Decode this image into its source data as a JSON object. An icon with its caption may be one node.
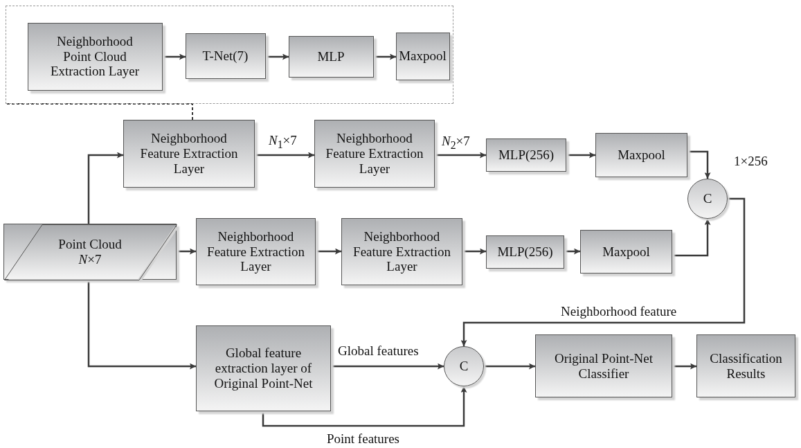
{
  "diagram": {
    "nodes": [
      {
        "text": [],
        "shape": "box"
      },
      {
        "text": [
          "Neighborhood Point Cloud Extraction Layer"
        ],
        "in": 0
      },
      {
        "text": [
          "T-Net(7)"
        ],
        "in": 0
      },
      {
        "text": [
          "MLP"
        ],
        "in": 0
      },
      {
        "text": [
          "Maxpool"
        ],
        "in": 0
      },
      {
        "text": [
          "Neighborhood Feature Extraction Layer"
        ]
      },
      {
        "text": [
          "Neighborhood Feature Extraction Layer"
        ]
      },
      {
        "text": [
          "MLP(256)"
        ]
      },
      {
        "text": [
          "Maxpool"
        ]
      },
      {
        "text": [
          "C"
        ]
      },
      {
        "text": [
          "Point Cloud",
          "*N*×7"
        ]
      },
      {
        "text": [
          "Neighborhood Feature Extraction Layer"
        ]
      },
      {
        "text": [
          "Neighborhood Feature Extraction Layer"
        ]
      },
      {
        "text": [
          "MLP(256)"
        ]
      },
      {
        "text": [
          "Maxpool"
        ]
      },
      {
        "text": [
          "Global feature extraction layer of Original Point-Net"
        ]
      },
      {
        "text": [
          "C"
        ]
      },
      {
        "text": [
          "Original Point-Net Classifier"
        ]
      },
      {
        "text": [
          "Classification Results"
        ]
      }
    ],
    "edges": [
      {
        "from": 1,
        "to": 2,
        "arrow": "to"
      },
      {
        "from": 2,
        "to": 3,
        "arrow": "to"
      },
      {
        "from": 3,
        "to": 4,
        "arrow": "to"
      },
      {
        "from": 5,
        "to": 0,
        "arrow": "none",
        "style": "dashed"
      },
      {
        "from": 10,
        "to": 5,
        "arrow": "to"
      },
      {
        "from": 5,
        "to": 6,
        "arrow": "to",
        "label": "*N*$_{1}$×7"
      },
      {
        "from": 6,
        "to": 7,
        "arrow": "to",
        "label": "*N*$_{2}$×7"
      },
      {
        "from": 7,
        "to": 8,
        "arrow": "to"
      },
      {
        "from": 8,
        "to": 9,
        "arrow": "to"
      },
      {
        "from": 10,
        "to": 11,
        "arrow": "to"
      },
      {
        "from": 11,
        "to": 12,
        "arrow": "to"
      },
      {
        "from": 12,
        "to": 13,
        "arrow": "to"
      },
      {
        "from": 13,
        "to": 14,
        "arrow": "to"
      },
      {
        "from": 14,
        "to": 9,
        "arrow": "to"
      },
      {
        "from": 9,
        "to": 16,
        "arrow": "to",
        "label": "Neighborhood feature"
      },
      {
        "from": 10,
        "to": 15,
        "arrow": "to"
      },
      {
        "from": 15,
        "to": 16,
        "arrow": "to",
        "label": "Global features"
      },
      {
        "from": 15,
        "to": 16,
        "arrow": "to",
        "label": "Point features"
      },
      {
        "from": 16,
        "to": 17,
        "arrow": "to"
      },
      {
        "from": 17,
        "to": 18,
        "arrow": "to"
      }
    ],
    "labels": [
      "1×256"
    ]
  }
}
